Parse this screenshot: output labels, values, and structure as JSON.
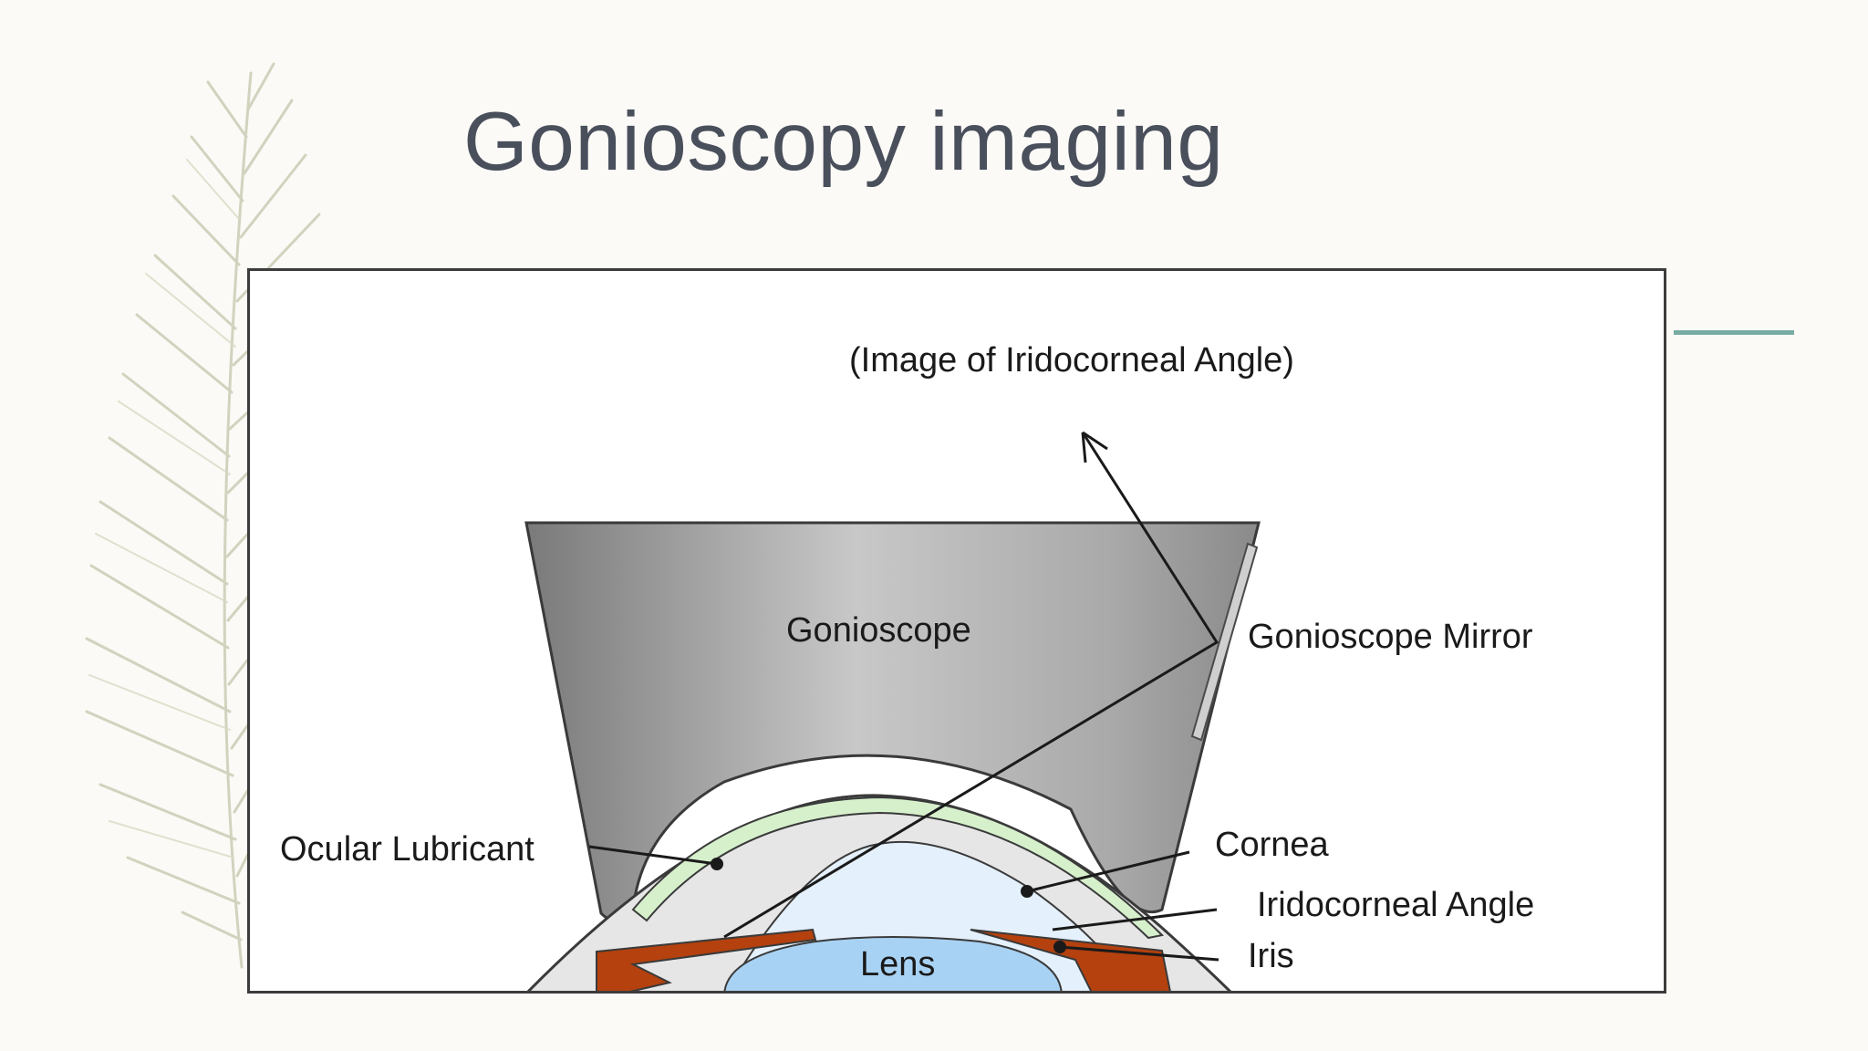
{
  "slide": {
    "title": "Gonioscopy imaging"
  },
  "diagram": {
    "labels": {
      "image_of_angle": "(Image of Iridocorneal Angle)",
      "gonioscope": "Gonioscope",
      "gonioscope_mirror": "Gonioscope Mirror",
      "ocular_lubricant": "Ocular Lubricant",
      "cornea": "Cornea",
      "iridocorneal_angle": "Iridocorneal Angle",
      "iris": "Iris",
      "lens": "Lens"
    }
  },
  "colors": {
    "accent": "#78aca3",
    "title": "#4a4f5c",
    "gonioscope_gray": "#9a9a9a",
    "lubricant_green": "#d6f0cc",
    "cornea_gray": "#e6e6e6",
    "aqueous_blue": "#e4f0fb",
    "lens_blue": "#a8d2f3",
    "iris_brown": "#b4410e"
  }
}
